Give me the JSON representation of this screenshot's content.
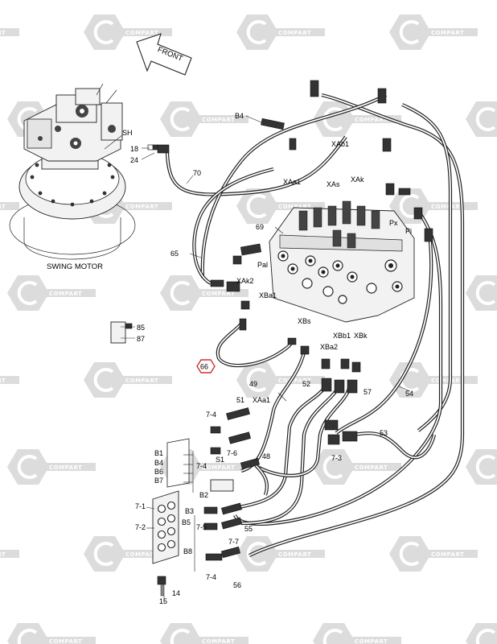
{
  "watermark": {
    "brand": "COMPART",
    "icon_name": "hexagon-c-watermark-icon",
    "color": "#dcdcdc"
  },
  "front_arrow": {
    "text": "FRONT"
  },
  "swing_motor": {
    "label": "SWING MOTOR"
  },
  "highlight": {
    "label": "66",
    "color": "#d32f2f"
  },
  "labels": {
    "sh": "SH",
    "n18": "18",
    "n24": "24",
    "n70": "70",
    "b4_top": "B4",
    "xaa1_top": "XAa1",
    "xab1": "XAb1",
    "xas": "XAs",
    "xak": "XAk",
    "n69": "69",
    "px": "Px",
    "pi": "Pi",
    "n65": "65",
    "pal": "Pal",
    "xak2": "XAk2",
    "xba1": "XBa1",
    "n85": "85",
    "n87": "87",
    "xbs": "XBs",
    "xbb1": "XBb1",
    "xbk": "XBk",
    "xba2": "XBa2",
    "n49": "49",
    "n52": "52",
    "n57": "57",
    "n54": "54",
    "n51": "51",
    "xaa1_bottom": "XAa1",
    "n7_4a": "7-4",
    "n7_6": "7-6",
    "n53": "53",
    "b1": "B1",
    "b4": "B4",
    "b6": "B6",
    "b7": "B7",
    "s1": "S1",
    "n7_4b": "7-4",
    "n48": "48",
    "n7_3": "7-3",
    "b2": "B2",
    "n7_1": "7-1",
    "b3": "B3",
    "b5": "B5",
    "n7_2": "7-2",
    "n7_5": "7-5",
    "n55": "55",
    "n7_7": "7-7",
    "b8": "B8",
    "n7_4c": "7-4",
    "n56": "56",
    "n14": "14",
    "n15": "15"
  }
}
